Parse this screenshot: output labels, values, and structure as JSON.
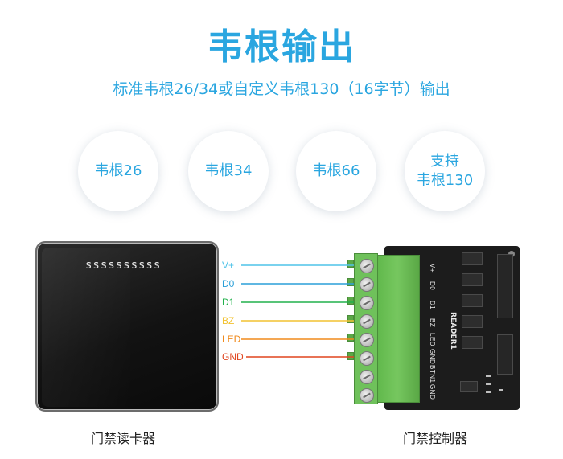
{
  "header": {
    "title": "韦根输出",
    "subtitle": "标准韦根26/34或自定义韦根130（16字节）输出"
  },
  "formats": [
    {
      "line1": "韦根26",
      "line2": ""
    },
    {
      "line1": "韦根34",
      "line2": ""
    },
    {
      "line1": "韦根66",
      "line2": ""
    },
    {
      "line1": "支持",
      "line2": "韦根130"
    }
  ],
  "reader": {
    "wave_marks": "ssssssssss",
    "caption": "门禁读卡器"
  },
  "wires": [
    {
      "label": "V+",
      "color": "#4fc3e8"
    },
    {
      "label": "D0",
      "color": "#2a9fd8"
    },
    {
      "label": "D1",
      "color": "#21b14b"
    },
    {
      "label": "BZ",
      "color": "#f2c230"
    },
    {
      "label": "LED",
      "color": "#f08a1c"
    },
    {
      "label": "GND",
      "color": "#e0451f"
    }
  ],
  "controller": {
    "pins": [
      "V+",
      "D0",
      "D1",
      "BZ",
      "LED",
      "GND",
      "BTN1",
      "GND"
    ],
    "board_title": "READER1",
    "caption": "门禁控制器"
  },
  "colors": {
    "accent": "#2aa6e0",
    "terminal_green": "#6fc15b"
  }
}
